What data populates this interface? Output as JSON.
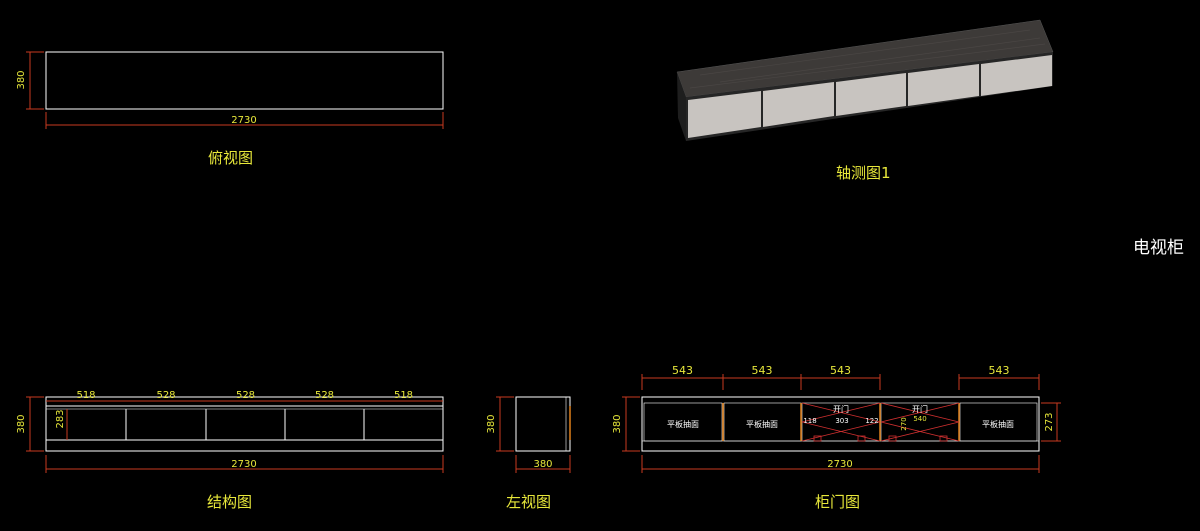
{
  "title": "电视柜",
  "colors": {
    "background": "#000000",
    "outline": "#ffffff",
    "dimension": "#e8e83a",
    "dim_line": "#c83a20",
    "door_divider": "#e0801a",
    "drawer_handle": "#d03030",
    "iso_top": "#3d3a38",
    "iso_front": "#c8c4c0",
    "iso_side": "#202020"
  },
  "top_view": {
    "label": "俯视图",
    "width_dim": "2730",
    "depth_dim": "380"
  },
  "iso_view": {
    "label": "轴测图1"
  },
  "structure_view": {
    "label": "结构图",
    "width_dim": "2730",
    "height_dim": "380",
    "inner_height_dim": "283",
    "compartment_dims": [
      "518",
      "528",
      "528",
      "528",
      "518"
    ]
  },
  "left_view": {
    "label": "左视图",
    "height_dim": "380",
    "depth_dim": "380"
  },
  "door_view": {
    "label": "柜门图",
    "width_dim": "2730",
    "height_dim": "380",
    "door_height_dim": "273",
    "top_dims": [
      "543",
      "543",
      "543",
      "543"
    ],
    "flat_drawer_label": "平板抽面",
    "open_label": "开门",
    "inner_dims": [
      "118",
      "303",
      "122",
      "270",
      "540"
    ]
  }
}
